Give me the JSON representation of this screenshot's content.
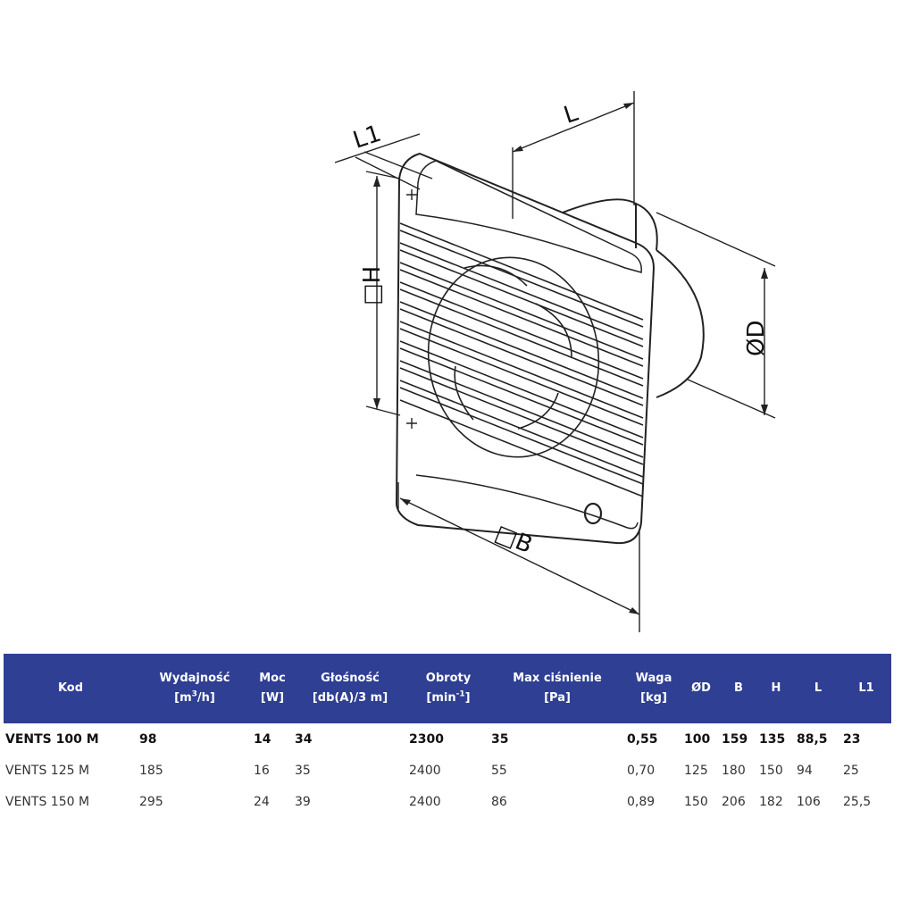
{
  "dimensions": {
    "L1": "L1",
    "L": "L",
    "H": "□H",
    "D": "ØD",
    "B": "□B"
  },
  "table": {
    "headers": {
      "kod": "Kod",
      "wydajnosc": "Wydajność",
      "wydajnosc_unit_pre": "[m",
      "wydajnosc_unit_sup": "3",
      "wydajnosc_unit_post": "/h]",
      "moc": "Moc",
      "moc_unit": "[W]",
      "glosnosc": "Głośność",
      "glosnosc_unit": "[db(A)/3 m]",
      "obroty": "Obroty",
      "obroty_unit_pre": "[min",
      "obroty_unit_sup": "-1",
      "obroty_unit_post": "]",
      "cisnienie": "Max ciśnienie",
      "cisnienie_unit": "[Pa]",
      "waga": "Waga",
      "waga_unit": "[kg]",
      "d": "ØD",
      "b": "B",
      "h": "H",
      "l": "L",
      "l1": "L1"
    },
    "rows": [
      {
        "kod": "VENTS 100 M",
        "wydajnosc": "98",
        "moc": "14",
        "glosnosc": "34",
        "obroty": "2300",
        "cisnienie": "35",
        "waga": "0,55",
        "d": "100",
        "b": "159",
        "h": "135",
        "l": "88,5",
        "l1": "23"
      },
      {
        "kod": "VENTS 125 M",
        "wydajnosc": "185",
        "moc": "16",
        "glosnosc": "35",
        "obroty": "2400",
        "cisnienie": "55",
        "waga": "0,70",
        "d": "125",
        "b": "180",
        "h": "150",
        "l": "94",
        "l1": "25"
      },
      {
        "kod": "VENTS 150 M",
        "wydajnosc": "295",
        "moc": "24",
        "glosnosc": "39",
        "obroty": "2400",
        "cisnienie": "86",
        "waga": "0,89",
        "d": "150",
        "b": "206",
        "h": "182",
        "l": "106",
        "l1": "25,5"
      }
    ]
  }
}
